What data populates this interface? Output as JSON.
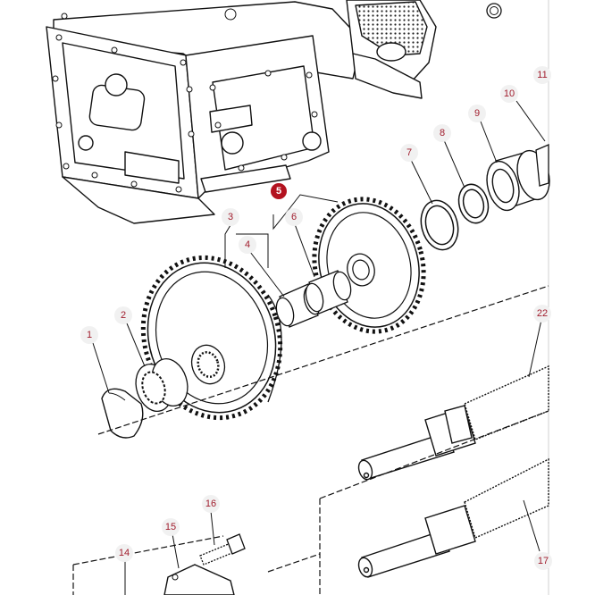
{
  "diagram": {
    "callouts": [
      {
        "id": "1",
        "text": "1"
      },
      {
        "id": "2",
        "text": "2"
      },
      {
        "id": "3",
        "text": "3"
      },
      {
        "id": "4",
        "text": "4"
      },
      {
        "id": "5",
        "text": "5",
        "selected": true
      },
      {
        "id": "6",
        "text": "6"
      },
      {
        "id": "7",
        "text": "7"
      },
      {
        "id": "8",
        "text": "8"
      },
      {
        "id": "9",
        "text": "9"
      },
      {
        "id": "10",
        "text": "10"
      },
      {
        "id": "11",
        "text": "11"
      },
      {
        "id": "14",
        "text": "14"
      },
      {
        "id": "15",
        "text": "15"
      },
      {
        "id": "16",
        "text": "16"
      },
      {
        "id": "17",
        "text": "17"
      },
      {
        "id": "22",
        "text": "22"
      }
    ],
    "colors": {
      "callout_text": "#a01c2c",
      "callout_bg": "#f1f1f1",
      "selected_bg": "#b3121f",
      "line": "#111111",
      "frame": "#d0d0d0"
    }
  }
}
